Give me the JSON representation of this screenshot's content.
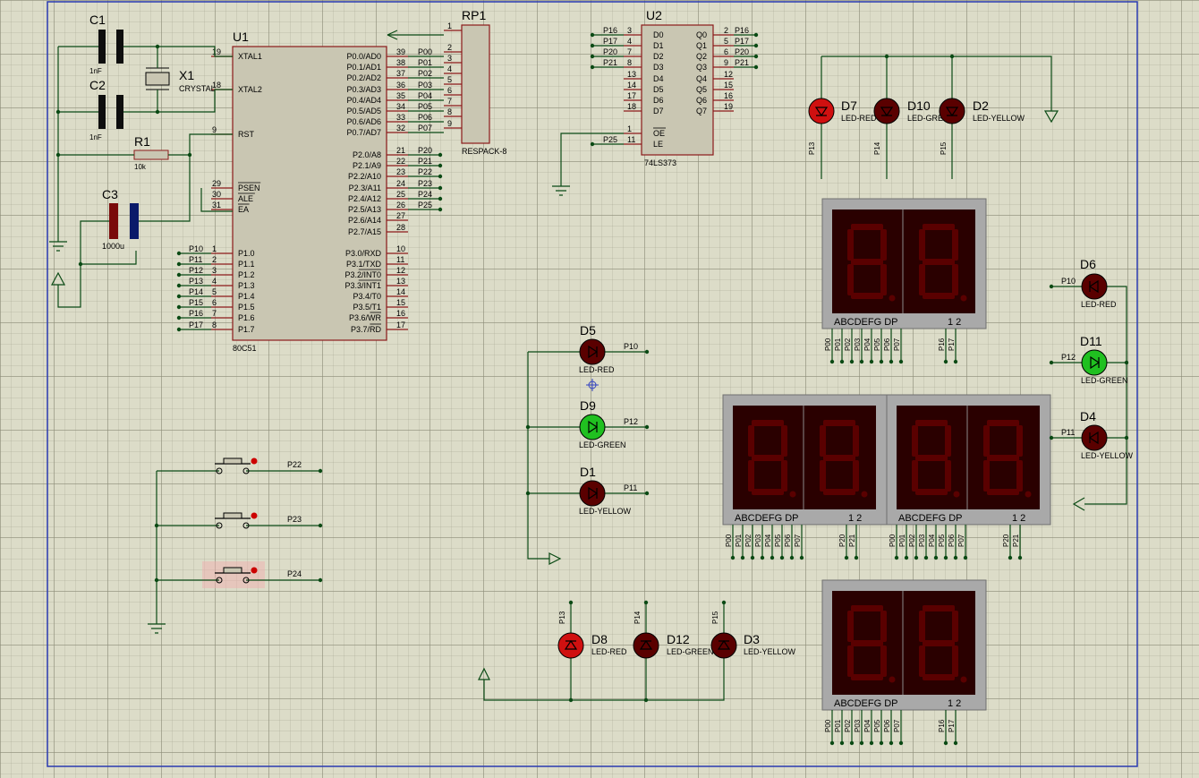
{
  "mcu": {
    "ref": "U1",
    "type": "80C51",
    "left_pins": [
      {
        "num": "19",
        "name": "XTAL1"
      },
      {
        "num": "18",
        "name": "XTAL2"
      },
      {
        "num": "9",
        "name": "RST"
      },
      {
        "num": "29",
        "name": "PSEN"
      },
      {
        "num": "30",
        "name": "ALE"
      },
      {
        "num": "31",
        "name": "EA"
      },
      {
        "num": "1",
        "name": "P1.0",
        "net": "P10"
      },
      {
        "num": "2",
        "name": "P1.1",
        "net": "P11"
      },
      {
        "num": "3",
        "name": "P1.2",
        "net": "P12"
      },
      {
        "num": "4",
        "name": "P1.3",
        "net": "P13"
      },
      {
        "num": "5",
        "name": "P1.4",
        "net": "P14"
      },
      {
        "num": "6",
        "name": "P1.5",
        "net": "P15"
      },
      {
        "num": "7",
        "name": "P1.6",
        "net": "P16"
      },
      {
        "num": "8",
        "name": "P1.7",
        "net": "P17"
      }
    ],
    "right_pins": [
      {
        "num": "39",
        "name": "P0.0/AD0",
        "net": "P00"
      },
      {
        "num": "38",
        "name": "P0.1/AD1",
        "net": "P01"
      },
      {
        "num": "37",
        "name": "P0.2/AD2",
        "net": "P02"
      },
      {
        "num": "36",
        "name": "P0.3/AD3",
        "net": "P03"
      },
      {
        "num": "35",
        "name": "P0.4/AD4",
        "net": "P04"
      },
      {
        "num": "34",
        "name": "P0.5/AD5",
        "net": "P05"
      },
      {
        "num": "33",
        "name": "P0.6/AD6",
        "net": "P06"
      },
      {
        "num": "32",
        "name": "P0.7/AD7",
        "net": "P07"
      },
      {
        "num": "21",
        "name": "P2.0/A8",
        "net": "P20"
      },
      {
        "num": "22",
        "name": "P2.1/A9",
        "net": "P21"
      },
      {
        "num": "23",
        "name": "P2.2/A10",
        "net": "P22"
      },
      {
        "num": "24",
        "name": "P2.3/A11",
        "net": "P23"
      },
      {
        "num": "25",
        "name": "P2.4/A12",
        "net": "P24"
      },
      {
        "num": "26",
        "name": "P2.5/A13",
        "net": "P25"
      },
      {
        "num": "27",
        "name": "P2.6/A14",
        "net": ""
      },
      {
        "num": "28",
        "name": "P2.7/A15",
        "net": ""
      },
      {
        "num": "10",
        "name": "P3.0/RXD"
      },
      {
        "num": "11",
        "name": "P3.1/TXD"
      },
      {
        "num": "12",
        "name": "P3.2/INT0"
      },
      {
        "num": "13",
        "name": "P3.3/INT1"
      },
      {
        "num": "14",
        "name": "P3.4/T0"
      },
      {
        "num": "15",
        "name": "P3.5/T1"
      },
      {
        "num": "16",
        "name": "P3.6/WR"
      },
      {
        "num": "17",
        "name": "P3.7/RD"
      }
    ]
  },
  "rp1": {
    "ref": "RP1",
    "type": "RESPACK-8",
    "pins": [
      "1",
      "2",
      "3",
      "4",
      "5",
      "6",
      "7",
      "8",
      "9"
    ]
  },
  "u2": {
    "ref": "U2",
    "type": "74LS373",
    "left_pins": [
      {
        "num": "3",
        "name": "D0",
        "net": "P16"
      },
      {
        "num": "4",
        "name": "D1",
        "net": "P17"
      },
      {
        "num": "7",
        "name": "D2",
        "net": "P20"
      },
      {
        "num": "8",
        "name": "D3",
        "net": "P21"
      },
      {
        "num": "13",
        "name": "D4"
      },
      {
        "num": "14",
        "name": "D5"
      },
      {
        "num": "17",
        "name": "D6"
      },
      {
        "num": "18",
        "name": "D7"
      },
      {
        "num": "1",
        "name": "OE"
      },
      {
        "num": "11",
        "name": "LE",
        "net": "P25"
      }
    ],
    "right_pins": [
      {
        "num": "2",
        "name": "Q0",
        "net": "P16"
      },
      {
        "num": "5",
        "name": "Q1",
        "net": "P17"
      },
      {
        "num": "6",
        "name": "Q2",
        "net": "P20"
      },
      {
        "num": "9",
        "name": "Q3",
        "net": "P21"
      },
      {
        "num": "12",
        "name": "Q4"
      },
      {
        "num": "15",
        "name": "Q5"
      },
      {
        "num": "16",
        "name": "Q6"
      },
      {
        "num": "19",
        "name": "Q7"
      }
    ]
  },
  "passives": {
    "c1": {
      "ref": "C1",
      "value": "1nF"
    },
    "c2": {
      "ref": "C2",
      "value": "1nF"
    },
    "x1": {
      "ref": "X1",
      "value": "CRYSTAL"
    },
    "r1": {
      "ref": "R1",
      "value": "10k"
    },
    "c3": {
      "ref": "C3",
      "value": "1000u"
    }
  },
  "leds": [
    {
      "ref": "D7",
      "type": "LED-RED",
      "net": "P13",
      "color": "#d01010"
    },
    {
      "ref": "D10",
      "type": "LED-GREEN",
      "net": "P14",
      "color": "#5a0000"
    },
    {
      "ref": "D2",
      "type": "LED-YELLOW",
      "net": "P15",
      "color": "#5a0000"
    },
    {
      "ref": "D6",
      "type": "LED-RED",
      "net": "P10",
      "color": "#5a0000"
    },
    {
      "ref": "D11",
      "type": "LED-GREEN",
      "net": "P12",
      "color": "#20c020"
    },
    {
      "ref": "D4",
      "type": "LED-YELLOW",
      "net": "P11",
      "color": "#5a0000"
    },
    {
      "ref": "D5",
      "type": "LED-RED",
      "net": "P10",
      "color": "#5a0000"
    },
    {
      "ref": "D9",
      "type": "LED-GREEN",
      "net": "P12",
      "color": "#20c020"
    },
    {
      "ref": "D1",
      "type": "LED-YELLOW",
      "net": "P11",
      "color": "#5a0000"
    },
    {
      "ref": "D8",
      "type": "LED-RED",
      "net": "P13",
      "color": "#d01010"
    },
    {
      "ref": "D12",
      "type": "LED-GREEN",
      "net": "P14",
      "color": "#5a0000"
    },
    {
      "ref": "D3",
      "type": "LED-YELLOW",
      "net": "P15",
      "color": "#5a0000"
    }
  ],
  "displays": {
    "seg_label": "ABCDEFG  DP",
    "digit_label": "1 2",
    "nets_top": [
      "P00",
      "P01",
      "P02",
      "P03",
      "P04",
      "P05",
      "P06",
      "P07",
      "P16",
      "P17"
    ],
    "nets_mid": [
      "P00",
      "P01",
      "P02",
      "P03",
      "P04",
      "P05",
      "P06",
      "P07",
      "P20",
      "P21"
    ],
    "nets_bot": [
      "P00",
      "P01",
      "P02",
      "P03",
      "P04",
      "P05",
      "P06",
      "P07",
      "P16",
      "P17"
    ]
  },
  "buttons": [
    {
      "net": "P22"
    },
    {
      "net": "P23"
    },
    {
      "net": "P24"
    }
  ]
}
